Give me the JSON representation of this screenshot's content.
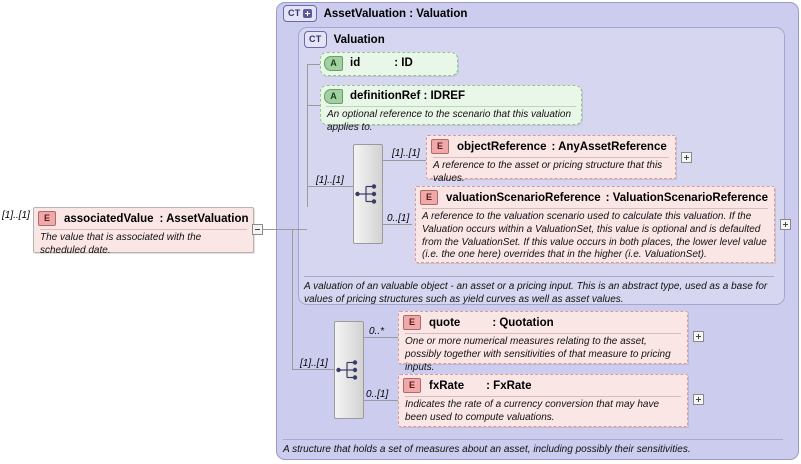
{
  "diagram": {
    "title": "XSD schema diagram: AssetValuation : Valuation"
  },
  "outer_type": {
    "badge": "CT",
    "badge_icon": "plus-icon",
    "label": "AssetValuation : Valuation",
    "annotation": "A structure that holds a set of measures about an asset, including possibly their sensitivities."
  },
  "inner_type": {
    "badge": "CT",
    "label": "Valuation",
    "annotation": "A valuation of an valuable object - an asset or a pricing input. This is an abstract type, used as a base for values of pricing structures such as yield curves as well as asset values."
  },
  "source_element": {
    "badge": "E",
    "cardinality": "[1]..[1]",
    "name": "associatedValue",
    "type": ": AssetValuation",
    "annotation": "The value that is associated with the scheduled date.",
    "expander": "minus"
  },
  "attributes": [
    {
      "badge": "A",
      "name": "id",
      "type": ": ID",
      "annotation": ""
    },
    {
      "badge": "A",
      "name": "definitionRef : IDREF",
      "type": "",
      "annotation": "An optional reference to the scenario that this valuation applies to."
    }
  ],
  "sequences": [
    {
      "name": "sequence-inner",
      "cardinality": "[1]..[1]"
    },
    {
      "name": "sequence-outer",
      "cardinality": "[1]..[1]"
    }
  ],
  "inner_elements": [
    {
      "badge": "E",
      "cardinality": "[1]..[1]",
      "name": "objectReference",
      "type": ": AnyAssetReference",
      "annotation": "A reference to the asset or pricing structure that this values.",
      "expander": "plus"
    },
    {
      "badge": "E",
      "cardinality": "0..[1]",
      "name": "valuationScenarioReference",
      "type": ": ValuationScenarioReference",
      "annotation": "A reference to the valuation scenario used to calculate this valuation. If the Valuation occurs within a ValuationSet, this value is optional and is defaulted from the ValuationSet. If this value occurs in both places, the lower level value (i.e. the one here) overrides that in the higher (i.e. ValuationSet).",
      "expander": "plus"
    }
  ],
  "outer_elements": [
    {
      "badge": "E",
      "cardinality": "0..*",
      "name": "quote",
      "type": ": Quotation",
      "annotation": "One or more numerical measures relating to the asset, possibly together with sensitivities of that measure to pricing inputs.",
      "expander": "plus"
    },
    {
      "badge": "E",
      "cardinality": "0..[1]",
      "name": "fxRate",
      "type": ": FxRate",
      "annotation": "Indicates the rate of a currency conversion that may have been used to compute valuations.",
      "expander": "plus"
    }
  ],
  "colors": {
    "outer_container": "#ccccee",
    "inner_container": "#d6d6f0",
    "attribute_box": "#e9f7e9",
    "element_box": "#fbe6e6",
    "connector": "#9a9a9a"
  }
}
